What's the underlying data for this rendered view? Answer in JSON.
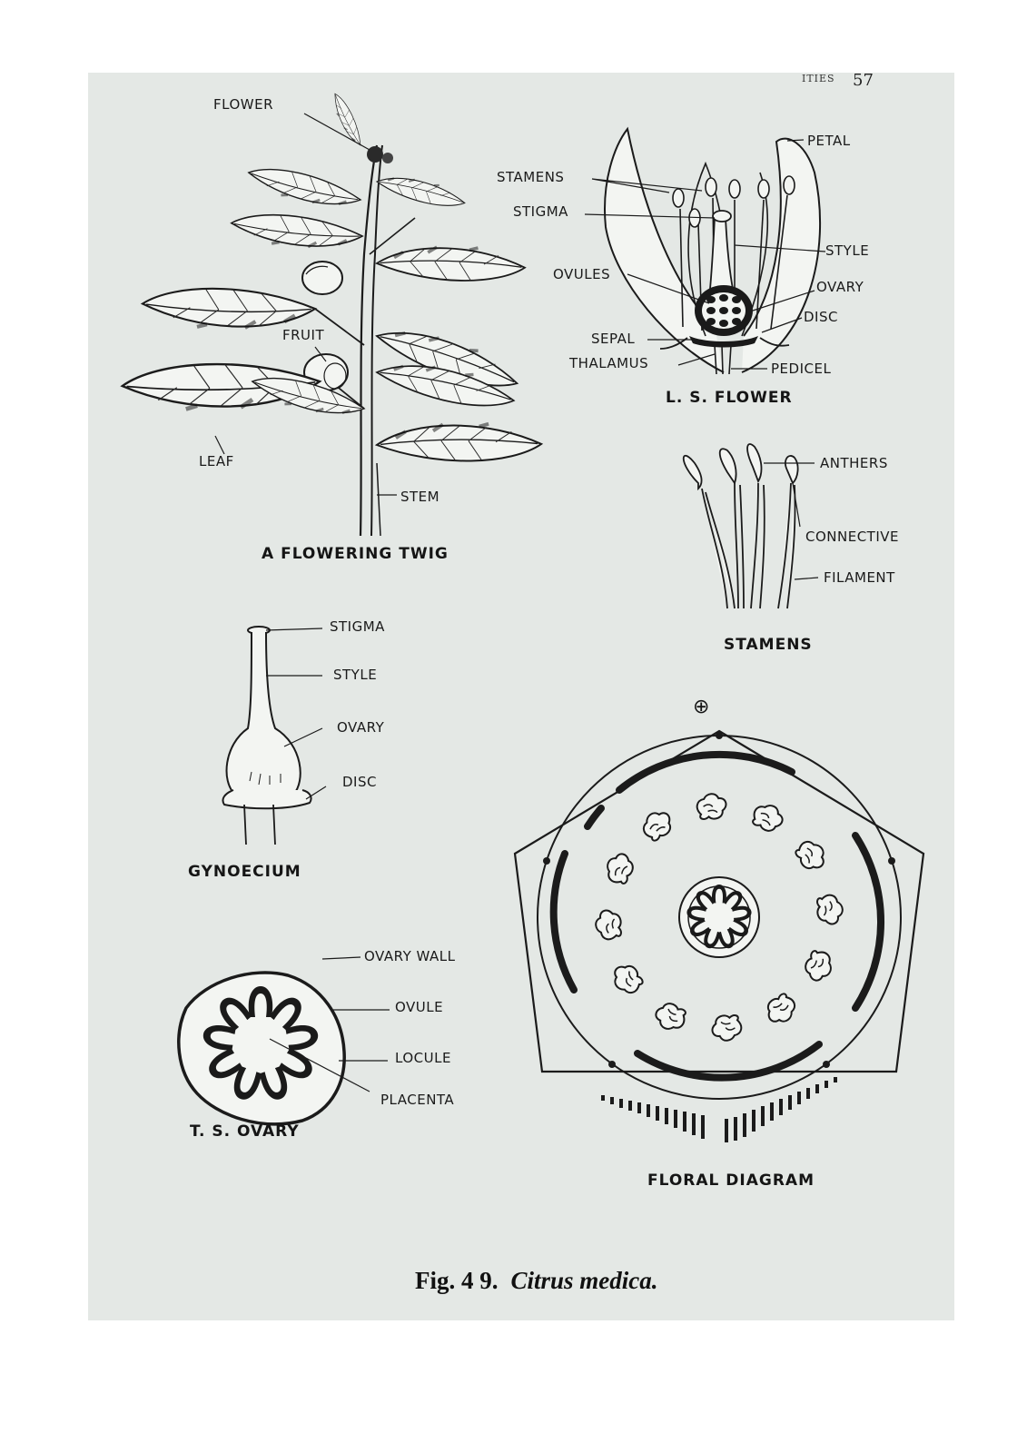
{
  "header": {
    "running_head": "ITIES",
    "page_number": "57"
  },
  "twig": {
    "title": "A FLOWERING TWIG",
    "labels": {
      "flower": "FLOWER",
      "fruit": "FRUIT",
      "leaf": "LEAF",
      "stem": "STEM"
    }
  },
  "ls_flower": {
    "title": "L. S. FLOWER",
    "labels": {
      "petal": "PETAL",
      "stamens": "STAMENS",
      "stigma": "STIGMA",
      "style": "STYLE",
      "ovules": "OVULES",
      "ovary": "OVARY",
      "disc": "DISC",
      "sepal": "SEPAL",
      "thalamus": "THALAMUS",
      "pedicel": "PEDICEL"
    }
  },
  "stamens": {
    "title": "STAMENS",
    "labels": {
      "anthers": "ANTHERS",
      "connective": "CONNECTIVE",
      "filament": "FILAMENT"
    }
  },
  "gynoecium": {
    "title": "GYNOECIUM",
    "labels": {
      "stigma": "STIGMA",
      "style": "STYLE",
      "ovary": "OVARY",
      "disc": "DISC"
    }
  },
  "ts_ovary": {
    "title": "T. S. OVARY",
    "labels": {
      "ovary_wall": "OVARY WALL",
      "ovule": "OVULE",
      "locule": "LOCULE",
      "placenta": "PLACENTA"
    }
  },
  "floral_diagram": {
    "title": "FLORAL DIAGRAM",
    "symbol": "⊕"
  },
  "caption": {
    "figure": "Fig. 4 9.",
    "species": "Citrus medica."
  }
}
